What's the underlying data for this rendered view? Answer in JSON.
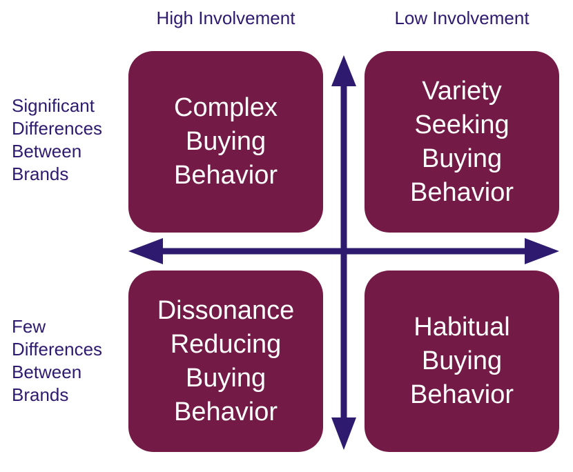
{
  "columns": {
    "high": "High Involvement",
    "low": "Low Involvement"
  },
  "rows": {
    "significant": "Significant\nDifferences\nBetween\nBrands",
    "few": "Few\nDifferences\nBetween\nBrands"
  },
  "quadrants": {
    "complex": "Complex\nBuying\nBehavior",
    "variety": "Variety\nSeeking\nBuying\nBehavior",
    "dissonance": "Dissonance\nReducing\nBuying\nBehavior",
    "habitual": "Habitual\nBuying\nBehavior"
  },
  "colors": {
    "quadrant_fill": "#731b46",
    "axis": "#2e1a6e",
    "label_text": "#2e1a6e",
    "quadrant_text": "#ffffff"
  }
}
